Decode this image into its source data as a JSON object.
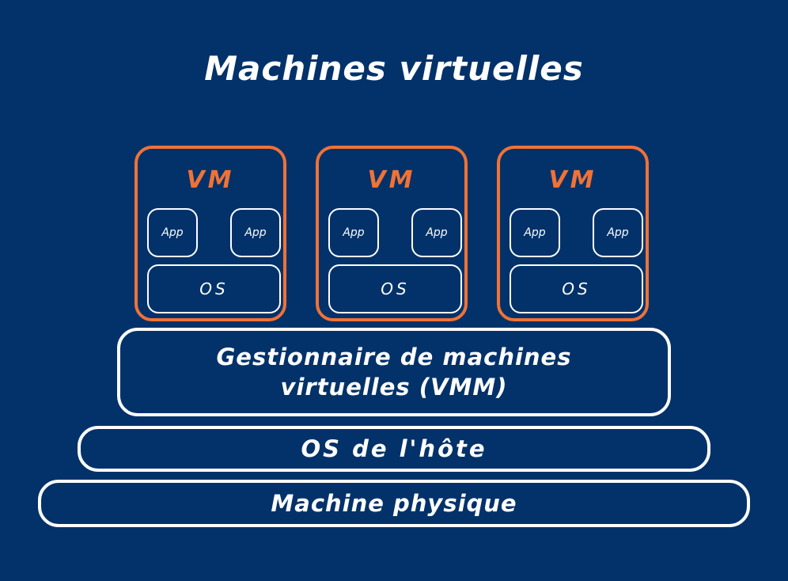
{
  "diagram": {
    "title": "Machines virtuelles",
    "vms": [
      {
        "label": "VM",
        "apps": [
          "App",
          "App"
        ],
        "os": "OS"
      },
      {
        "label": "VM",
        "apps": [
          "App",
          "App"
        ],
        "os": "OS"
      },
      {
        "label": "VM",
        "apps": [
          "App",
          "App"
        ],
        "os": "OS"
      }
    ],
    "layers": {
      "vmm": {
        "line1": "Gestionnaire de machines",
        "line2": "virtuelles (VMM)"
      },
      "host_os": "OS de l'hôte",
      "physical_machine": "Machine physique"
    },
    "colors": {
      "background": "#03326a",
      "vm_accent": "#f07236",
      "outline": "#ffffff"
    }
  }
}
